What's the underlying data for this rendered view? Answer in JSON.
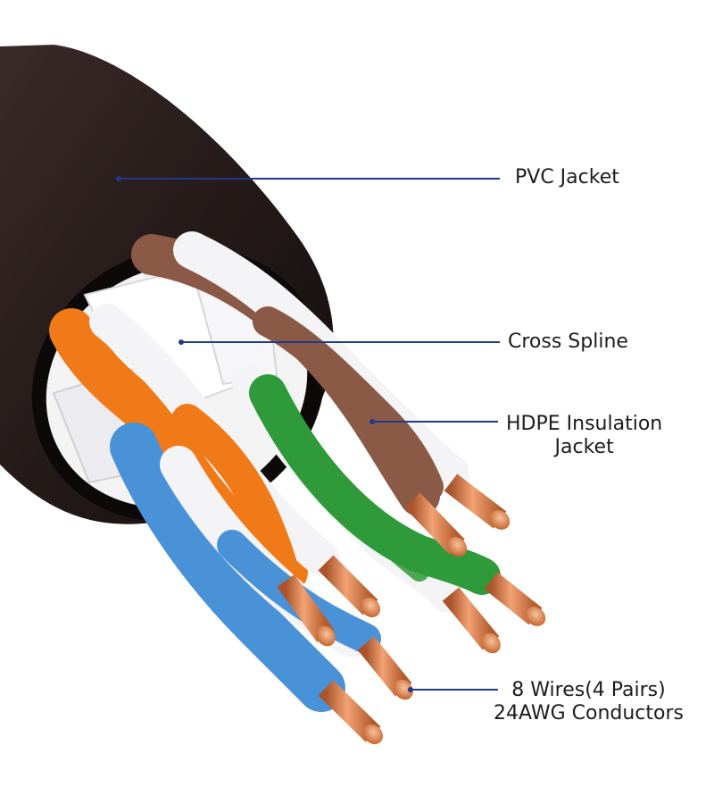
{
  "labels": {
    "pvc_jacket": "PVC Jacket",
    "cross_spline": "Cross Spline",
    "hdpe_line1": "HDPE Insulation",
    "hdpe_line2": "Jacket",
    "wires_line1": "8 Wires(4 Pairs)",
    "wires_line2": "24AWG Conductors"
  },
  "colors": {
    "jacket": "#241a19",
    "spline": "#f2f2f4",
    "pair_brown": "#8b5a46",
    "pair_green": "#2f9a3a",
    "pair_orange": "#f07a18",
    "pair_blue": "#4a92d8",
    "stripe_white": "#f4f4f6",
    "copper": "#d2733c",
    "callout_line": "#1f3a8a"
  }
}
